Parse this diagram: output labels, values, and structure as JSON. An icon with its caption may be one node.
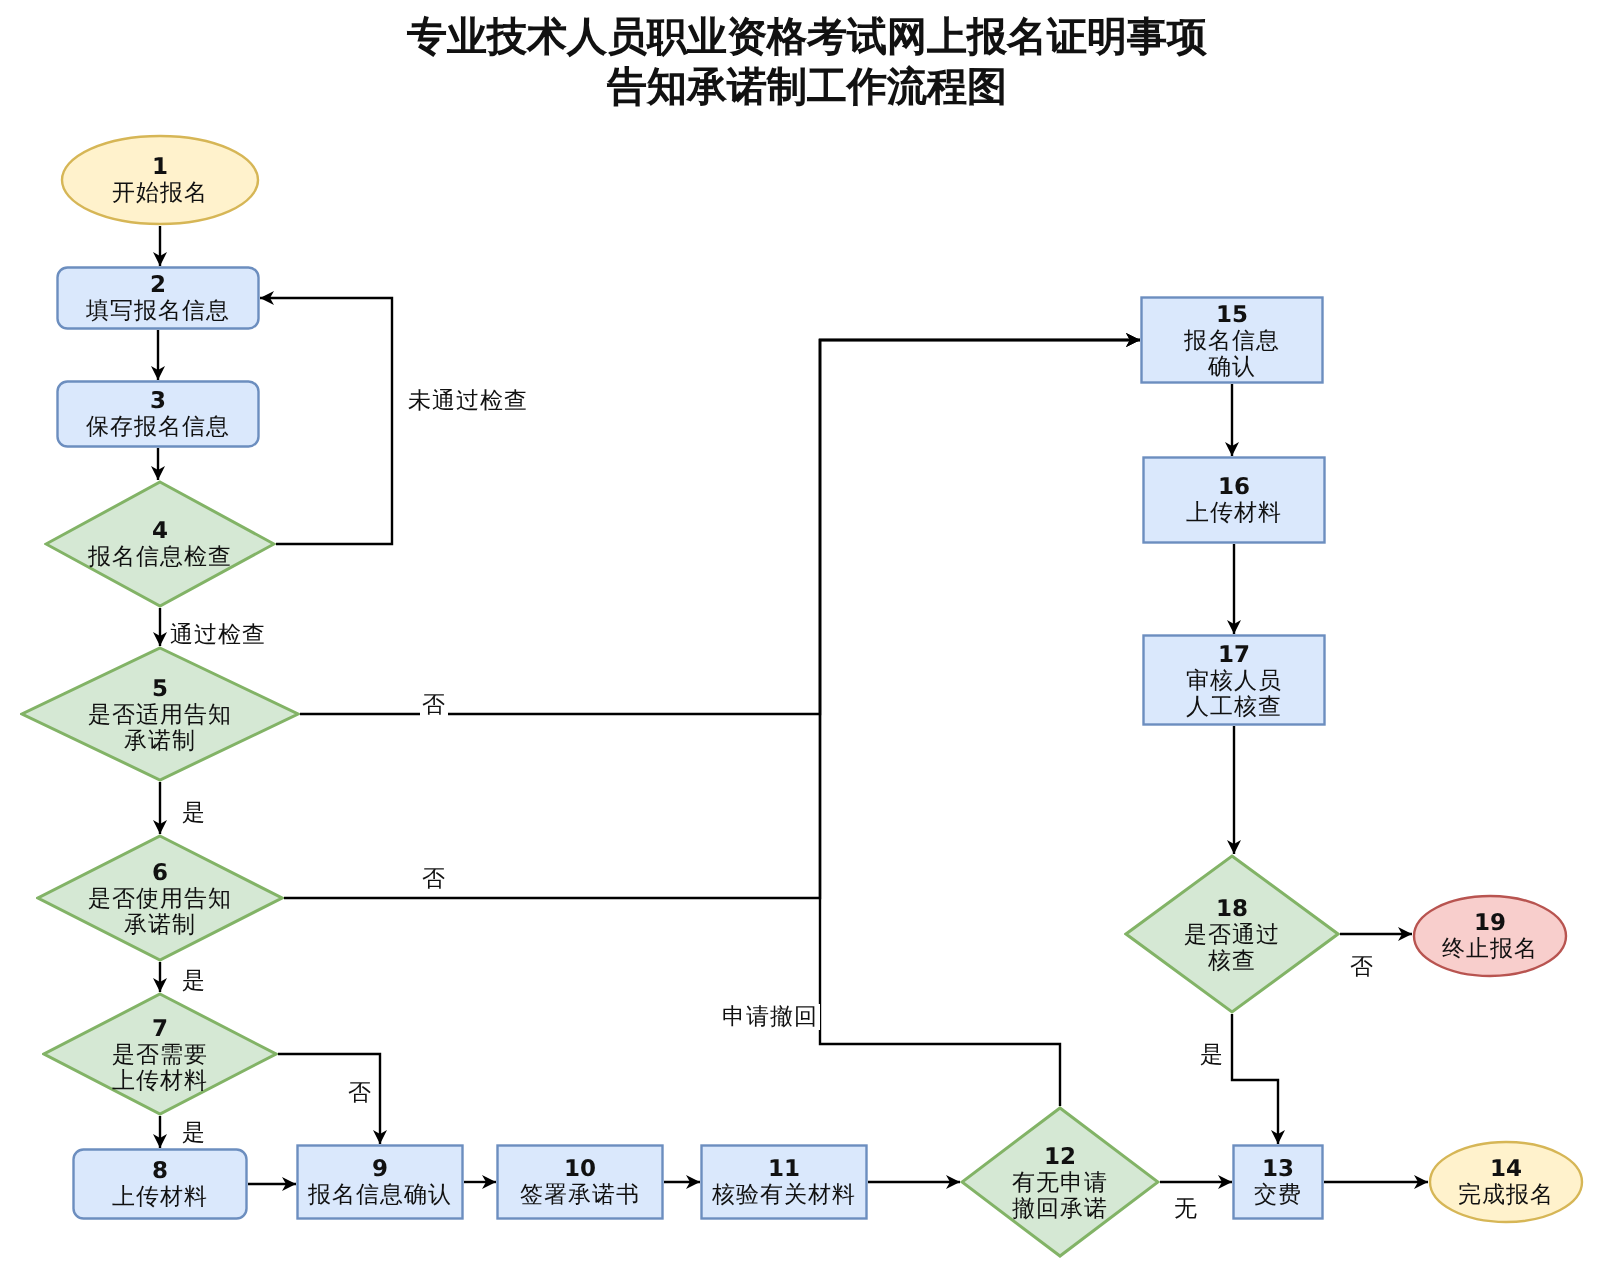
{
  "diagram": {
    "title": "专业技术人员职业资格考试网上报名证明事项告知承诺制工作流程图",
    "nodes": [
      {
        "text": [
          "1",
          "开始报名"
        ]
      },
      {
        "text": [
          "2",
          "填写报名信息"
        ]
      },
      {
        "text": [
          "3",
          "保存报名信息"
        ]
      },
      {
        "text": [
          "4",
          "报名信息检查"
        ]
      },
      {
        "text": [
          "5",
          "是否适用告知承诺制"
        ]
      },
      {
        "text": [
          "6",
          "是否使用告知承诺制"
        ]
      },
      {
        "text": [
          "7",
          "是否需要上传材料"
        ]
      },
      {
        "text": [
          "8",
          "上传材料"
        ]
      },
      {
        "text": [
          "9",
          "报名信息确认"
        ]
      },
      {
        "text": [
          "10",
          "签署承诺书"
        ]
      },
      {
        "text": [
          "11",
          "核验有关材料"
        ]
      },
      {
        "text": [
          "12",
          "有无申请撤回承诺"
        ]
      },
      {
        "text": [
          "13",
          "交费"
        ]
      },
      {
        "text": [
          "14",
          "完成报名"
        ]
      },
      {
        "text": [
          "15",
          "报名信息确认"
        ]
      },
      {
        "text": [
          "16",
          "上传材料"
        ]
      },
      {
        "text": [
          "17",
          "审核人员人工核查"
        ]
      },
      {
        "text": [
          "18",
          "是否通过核查"
        ]
      },
      {
        "text": [
          "19",
          "终止报名"
        ]
      }
    ],
    "edges": [
      {
        "from": 0,
        "to": 1,
        "arrow": "to"
      },
      {
        "from": 1,
        "to": 2,
        "arrow": "to"
      },
      {
        "from": 2,
        "to": 3,
        "arrow": "to"
      },
      {
        "from": 3,
        "to": 1,
        "arrow": "to",
        "label": "未通过检查"
      },
      {
        "from": 3,
        "to": 4,
        "arrow": "to",
        "label": "通过检查"
      },
      {
        "from": 4,
        "to": 5,
        "arrow": "to",
        "label": "是"
      },
      {
        "from": 4,
        "to": 14,
        "arrow": "to",
        "label": "否"
      },
      {
        "from": 5,
        "to": 6,
        "arrow": "to",
        "label": "是"
      },
      {
        "from": 5,
        "to": 14,
        "arrow": "to",
        "label": "否"
      },
      {
        "from": 6,
        "to": 7,
        "arrow": "to",
        "label": "是"
      },
      {
        "from": 6,
        "to": 8,
        "arrow": "to",
        "label": "否"
      },
      {
        "from": 7,
        "to": 8,
        "arrow": "to"
      },
      {
        "from": 8,
        "to": 9,
        "arrow": "to"
      },
      {
        "from": 9,
        "to": 10,
        "arrow": "to"
      },
      {
        "from": 10,
        "to": 11,
        "arrow": "to"
      },
      {
        "from": 11,
        "to": 12,
        "arrow": "to",
        "label": "无"
      },
      {
        "from": 11,
        "to": 14,
        "arrow": "to",
        "label": "申请撤回"
      },
      {
        "from": 12,
        "to": 13,
        "arrow": "to"
      },
      {
        "from": 14,
        "to": 15,
        "arrow": "to"
      },
      {
        "from": 15,
        "to": 16,
        "arrow": "to"
      },
      {
        "from": 16,
        "to": 17,
        "arrow": "to"
      },
      {
        "from": 17,
        "to": 18,
        "arrow": "to",
        "label": "否"
      },
      {
        "from": 17,
        "to": 12,
        "arrow": "to",
        "label": "是"
      }
    ]
  }
}
